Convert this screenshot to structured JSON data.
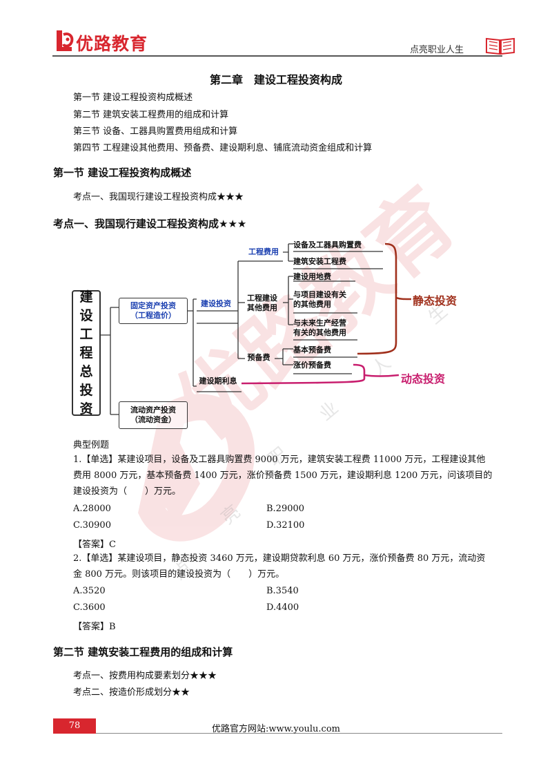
{
  "header": {
    "logo_text": "优路教育",
    "tagline": "点亮职业人生",
    "brand_color": "#d8262e"
  },
  "chapter_title": "第二章　建设工程投资构成",
  "toc": [
    "第一节 建设工程投资构成概述",
    "第二节 建筑安装工程费用的组成和计算",
    "第三节 设备、工器具购置费用组成和计算",
    "第四节 工程建设其他费用、预备费、建设期利息、铺底流动资金组成和计算"
  ],
  "section1": {
    "title": "第一节 建设工程投资构成概述",
    "kaodian_intro": "考点一、我国现行建设工程投资构成★★★",
    "kaodian_heading": "考点一、我国现行建设工程投资构成★★★"
  },
  "diagram": {
    "root": "建设工程总投资",
    "fixed": "固定资产投资\n（工程造价）",
    "liquid": "流动资产投资\n（流动资金）",
    "construction_invest": "建设投资",
    "construction_interest": "建设期利息",
    "engineering_fee": "工程费用",
    "other_fee": "工程建设\n其他费用",
    "reserve_fee": "预备费",
    "equipment": "设备及工器具购置费",
    "install": "建筑安装工程费",
    "land": "建设用地费",
    "project_related": "与项目建设有关\n的其他费用",
    "future_ops": "与未来生产经营\n有关的其他费用",
    "basic_reserve": "基本预备费",
    "price_reserve": "涨价预备费",
    "static": "静态投资",
    "dynamic": "动态投资"
  },
  "examples": {
    "heading": "典型例题",
    "q1": {
      "text": "1.【单选】某建设项目，设备及工器具购置费 9000 万元，建筑安装工程费 11000 万元，工程建设其他费用 8000 万元，基本预备费 1400 万元，涨价预备费 1500 万元，建设期利息 1200 万元，问该项目的建设投资为（　　）万元。",
      "options": [
        "A.28000",
        "B.29000",
        "C.30900",
        "D.32100"
      ],
      "answer": "【答案】C"
    },
    "q2": {
      "text": "2.【单选】某建设项目，静态投资 3460 万元，建设期贷款利息 60 万元，涨价预备费 80 万元，流动资金 800 万元。则该项目的建设投资为（　　）万元。",
      "options": [
        "A.3520",
        "B.3540",
        "C.3600",
        "D.4400"
      ],
      "answer": "【答案】B"
    }
  },
  "section2": {
    "title": "第二节 建筑安装工程费用的组成和计算",
    "kaodian1": "考点一、按费用构成要素划分★★★",
    "kaodian2": "考点二、按造价形成划分★★"
  },
  "footer": {
    "page_number": "78",
    "site": "优路官方网站:www.youlu.com"
  }
}
